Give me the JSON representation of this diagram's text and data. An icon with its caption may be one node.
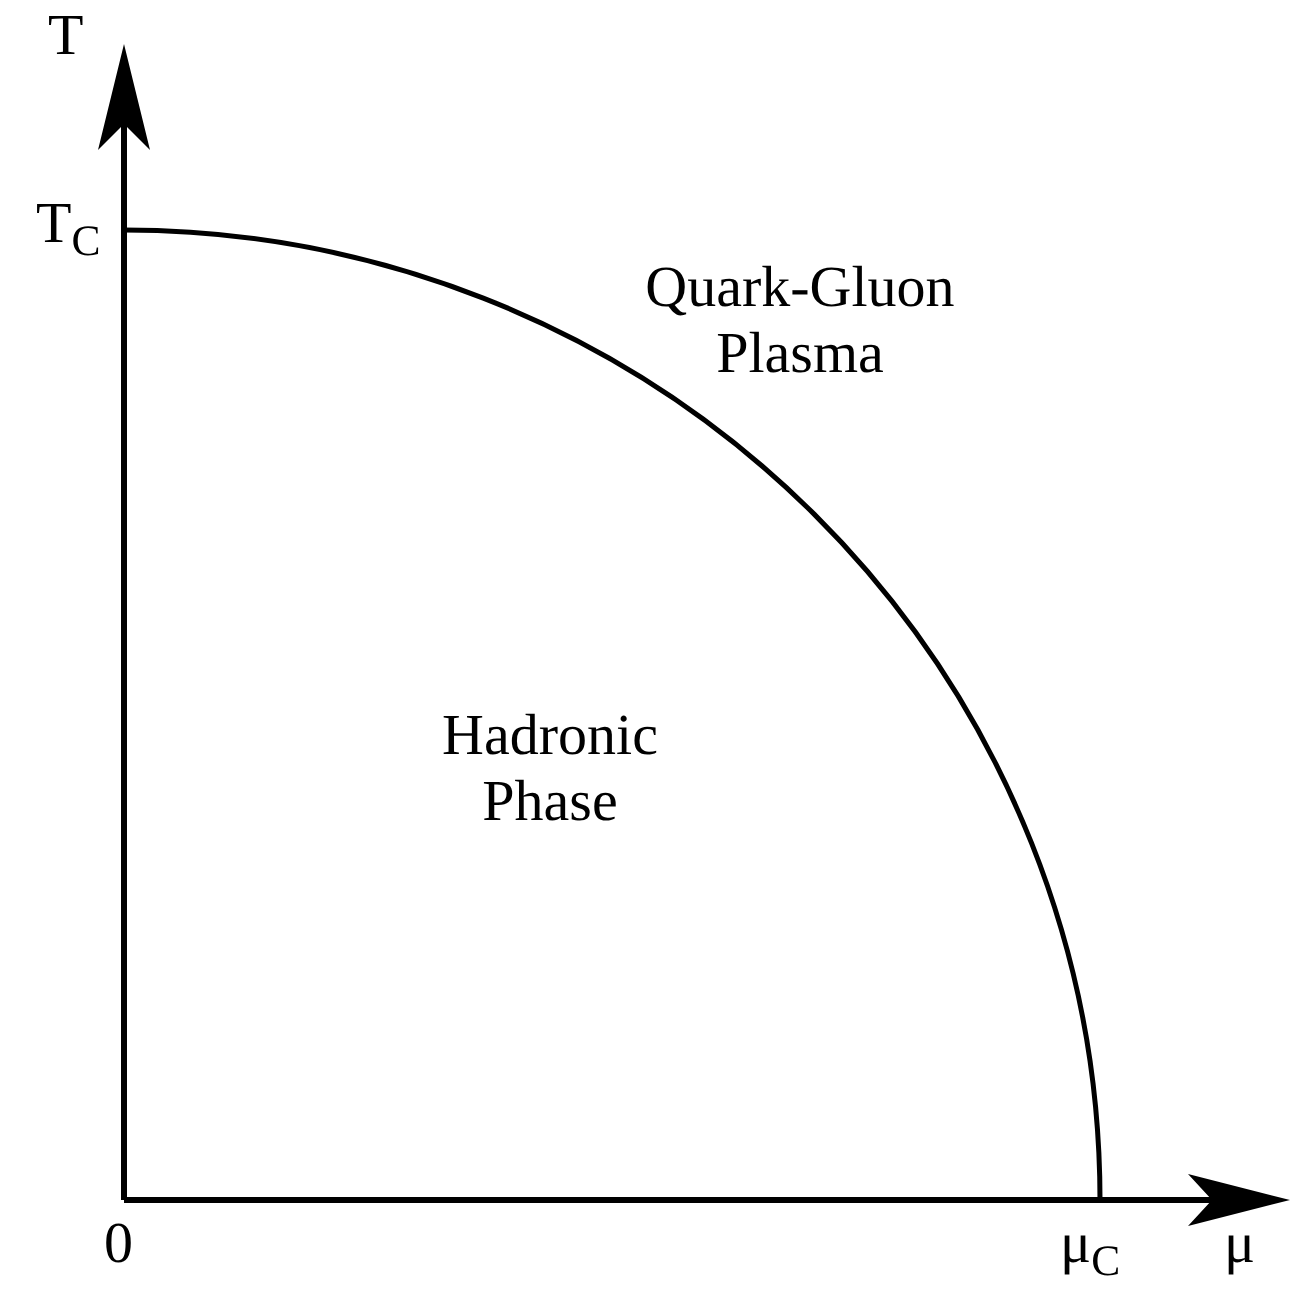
{
  "diagram": {
    "labels": [
      "T",
      "T$_{C}$",
      "Quark-Gluon Plasma",
      "Hadronic Phase",
      "0",
      "μ$_{C}$",
      "μ"
    ]
  }
}
